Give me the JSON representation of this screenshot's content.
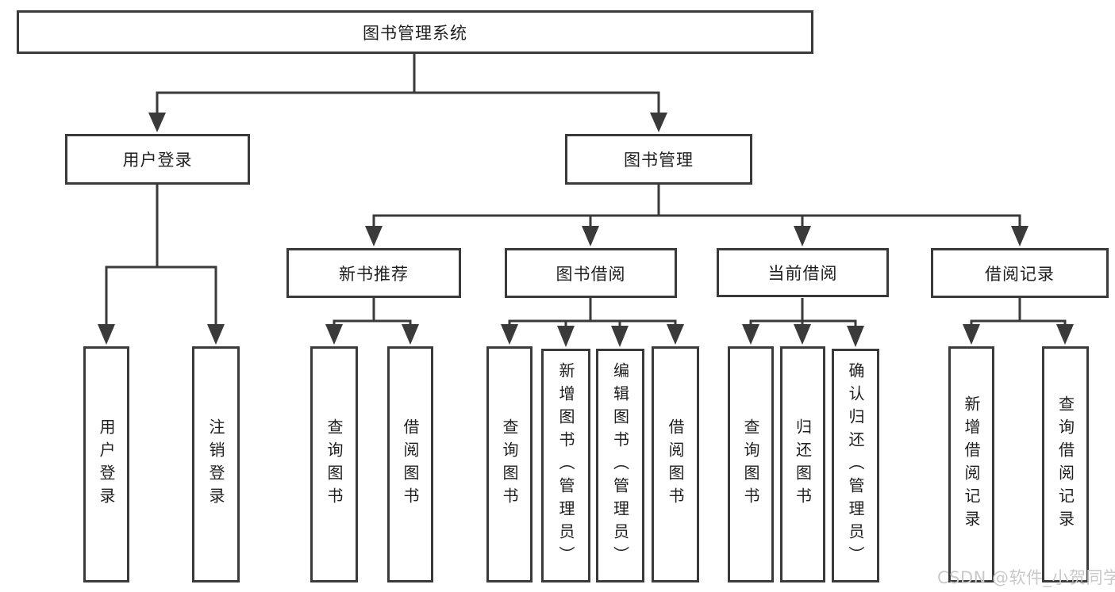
{
  "colors": {
    "line": "#3a3a3a",
    "text": "#1f1f1f",
    "background": "#ffffff",
    "watermark": "#c9c9c9"
  },
  "root": {
    "label": "图书管理系统"
  },
  "level2": [
    {
      "label": "用户登录"
    },
    {
      "label": "图书管理"
    }
  ],
  "level3": [
    {
      "label": "新书推荐"
    },
    {
      "label": "图书借阅"
    },
    {
      "label": "当前借阅"
    },
    {
      "label": "借阅记录"
    }
  ],
  "leaves": [
    {
      "label": "用户登录"
    },
    {
      "label": "注销登录"
    },
    {
      "label": "查询图书"
    },
    {
      "label": "借阅图书"
    },
    {
      "label": "查询图书"
    },
    {
      "label": "新增图书（管理员）"
    },
    {
      "label": "编辑图书（管理员）"
    },
    {
      "label": "借阅图书"
    },
    {
      "label": "查询图书"
    },
    {
      "label": "归还图书"
    },
    {
      "label": "确认归还（管理员）"
    },
    {
      "label": "新增借阅记录"
    },
    {
      "label": "查询借阅记录"
    }
  ],
  "watermark": {
    "text": "CSDN @软件_小贺同学"
  }
}
